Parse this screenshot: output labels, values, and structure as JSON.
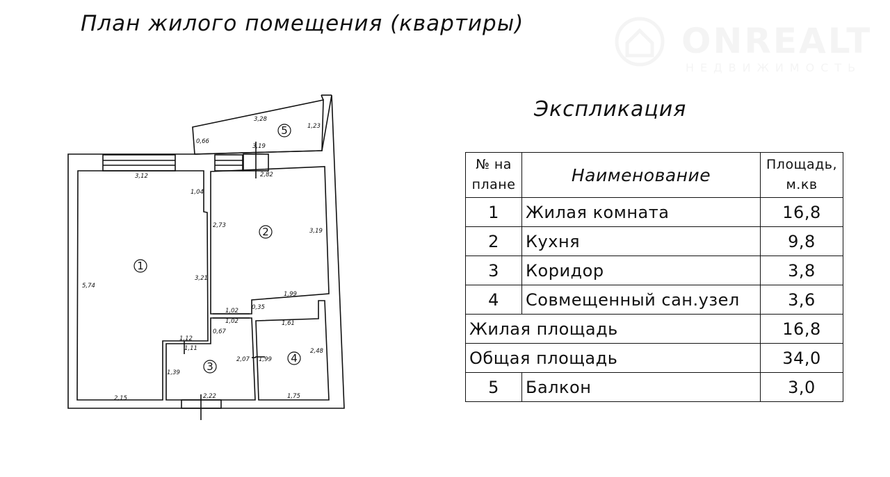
{
  "title": "План жилого помещения (квартиры)",
  "watermark": {
    "brand": "ONREALT",
    "subtitle": "НЕДВИЖИМОСТЬ"
  },
  "plan": {
    "room_numbers": [
      "1",
      "2",
      "3",
      "4",
      "5"
    ],
    "dimensions": {
      "r1_top": "3,12",
      "r1_left": "5,74",
      "r1_bottom": "2,15",
      "r1_right_upper": "1,04",
      "r1_right": "3,21",
      "r2_left": "2,73",
      "r2_top": "2,82",
      "r2_right": "3,19",
      "r2_bottom": "1,99",
      "r2_step": "0,35",
      "door_2_3_a": "1,02",
      "door_2_3_b": "1,02",
      "r3_top": "0,67",
      "r3_door_a": "1,12",
      "r3_door_b": "1,11",
      "r3_left": "1,39",
      "r3_right": "2,07",
      "r3_bottom": "2,22",
      "r4_left": "1,99",
      "r4_top": "1,61",
      "r4_right": "2,48",
      "r4_bottom": "1,75",
      "r5_top": "3,28",
      "r5_right": "1,23",
      "r5_left": "0,66",
      "r5_bottom": "3,19"
    }
  },
  "explication": {
    "heading": "Экспликация",
    "columns": {
      "num_a": "№ на",
      "num_b": "плане",
      "name": "Наименование",
      "area_a": "Площадь,",
      "area_b": "м.кв"
    },
    "rows": [
      {
        "num": "1",
        "name": "Жилая комната",
        "area": "16,8"
      },
      {
        "num": "2",
        "name": "Кухня",
        "area": "9,8"
      },
      {
        "num": "3",
        "name": "Коридор",
        "area": "3,8"
      },
      {
        "num": "4",
        "name": "Совмещенный сан.узел",
        "area": "3,6"
      }
    ],
    "living_area": {
      "label": "Жилая площадь",
      "value": "16,8"
    },
    "total_area": {
      "label": "Общая площадь",
      "value": "34,0"
    },
    "balcony": {
      "num": "5",
      "name": "Балкон",
      "area": "3,0"
    }
  }
}
